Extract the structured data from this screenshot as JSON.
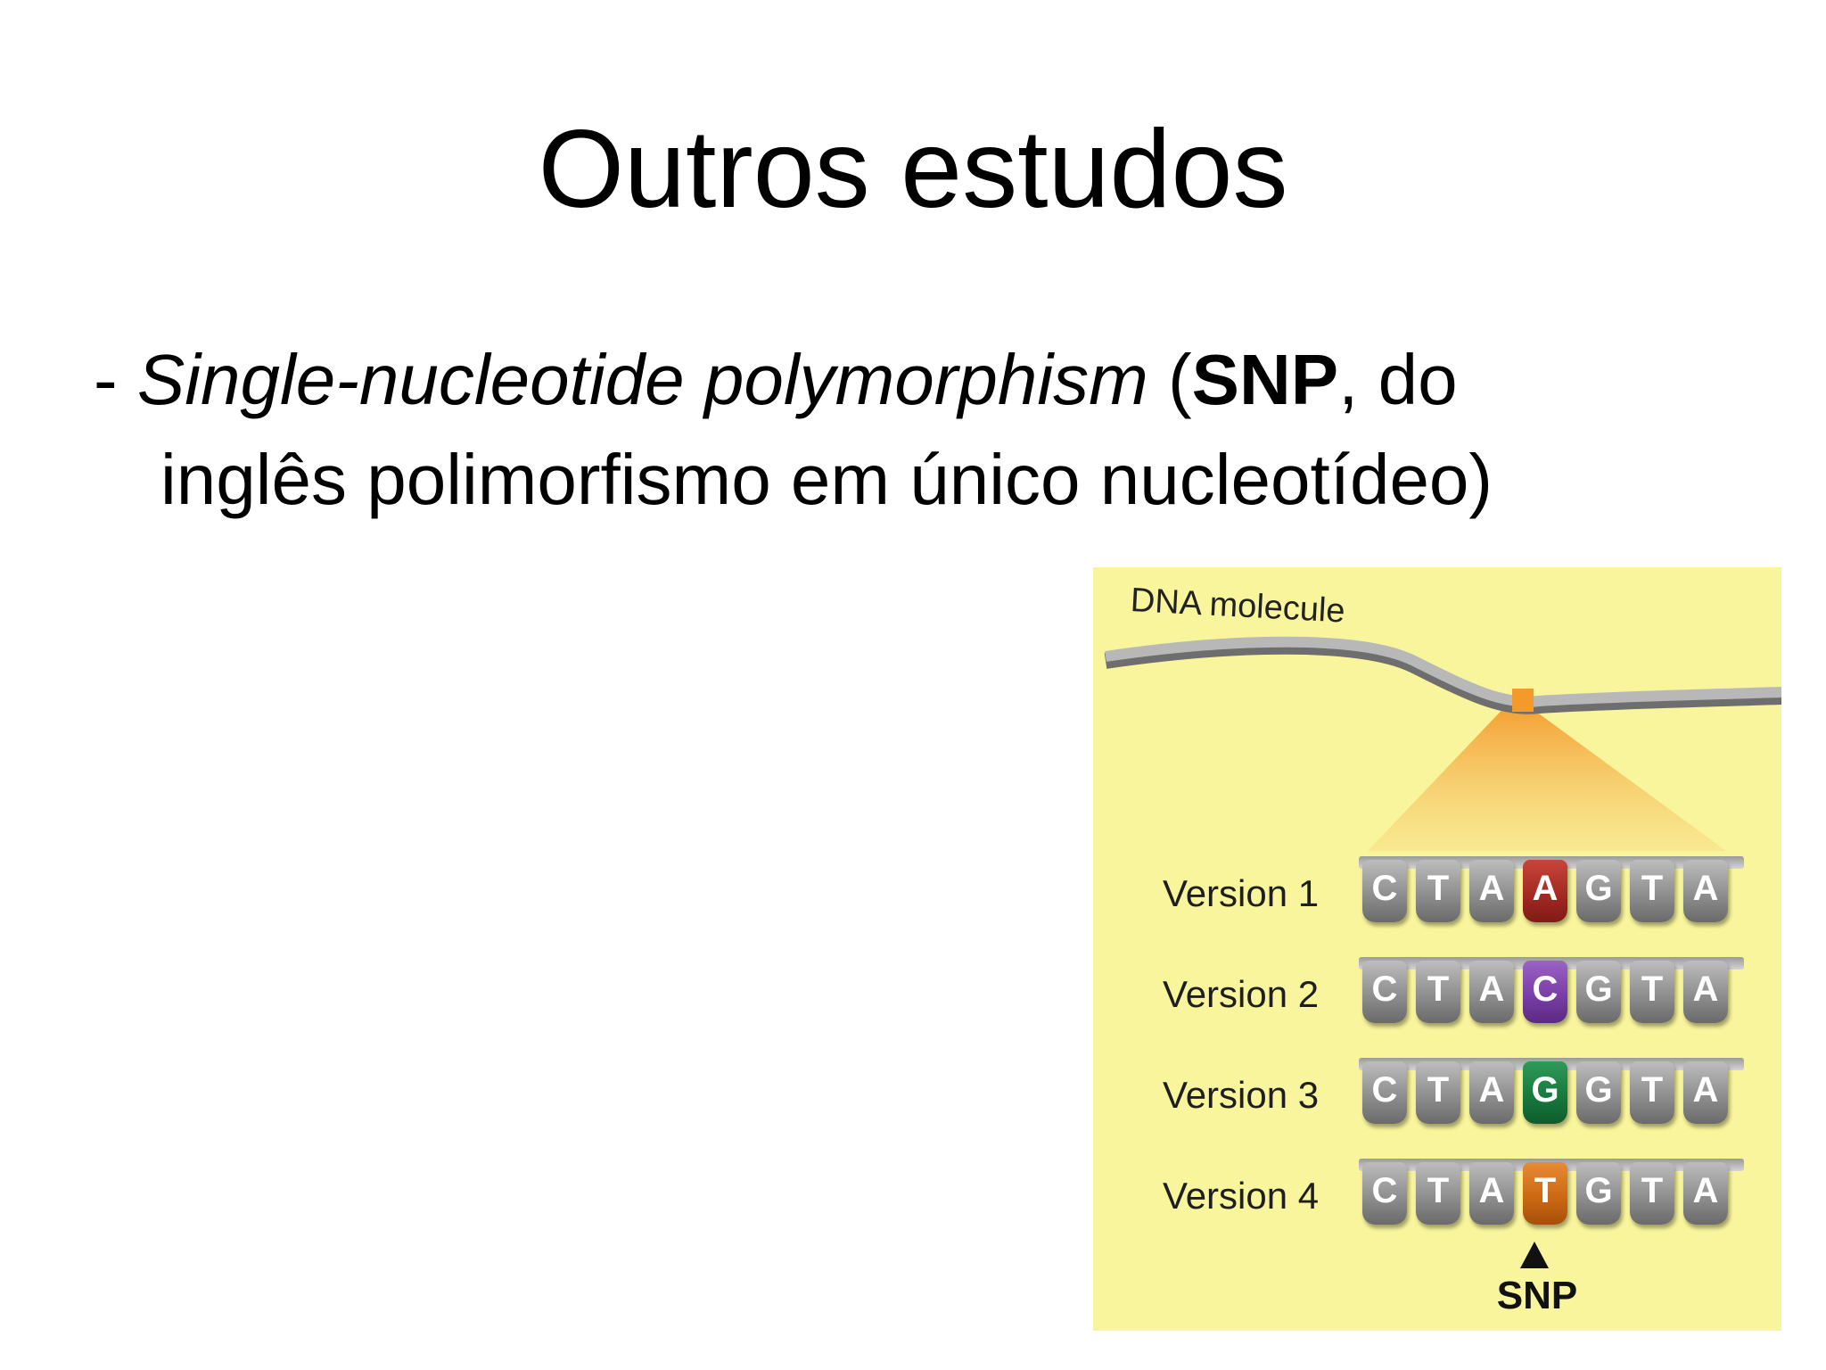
{
  "slide": {
    "title": "Outros estudos",
    "bullet": {
      "dash": "- ",
      "term_italic": "Single-nucleotide polymorphism",
      "open_paren": " (",
      "abbr_bold": "SNP",
      "rest_line1": ", do",
      "line2": "inglês polimorfismo em único nucleotídeo)"
    }
  },
  "figure": {
    "molecule_label": "DNA molecule",
    "versions": [
      {
        "label": "Version 1",
        "bases": [
          "C",
          "T",
          "A",
          "A",
          "G",
          "T",
          "A"
        ],
        "snp_color": "#a42a22"
      },
      {
        "label": "Version 2",
        "bases": [
          "C",
          "T",
          "A",
          "C",
          "G",
          "T",
          "A"
        ],
        "snp_color": "#7a3ea8"
      },
      {
        "label": "Version 3",
        "bases": [
          "C",
          "T",
          "A",
          "G",
          "G",
          "T",
          "A"
        ],
        "snp_color": "#177a3d"
      },
      {
        "label": "Version 4",
        "bases": [
          "C",
          "T",
          "A",
          "T",
          "G",
          "T",
          "A"
        ],
        "snp_color": "#cc6a14"
      }
    ],
    "snp_index": 3,
    "snp_marker_label": "SNP",
    "colors": {
      "background": "#f8f59c",
      "strand": "#a0a0a0",
      "highlight": "#f39a2a"
    }
  }
}
